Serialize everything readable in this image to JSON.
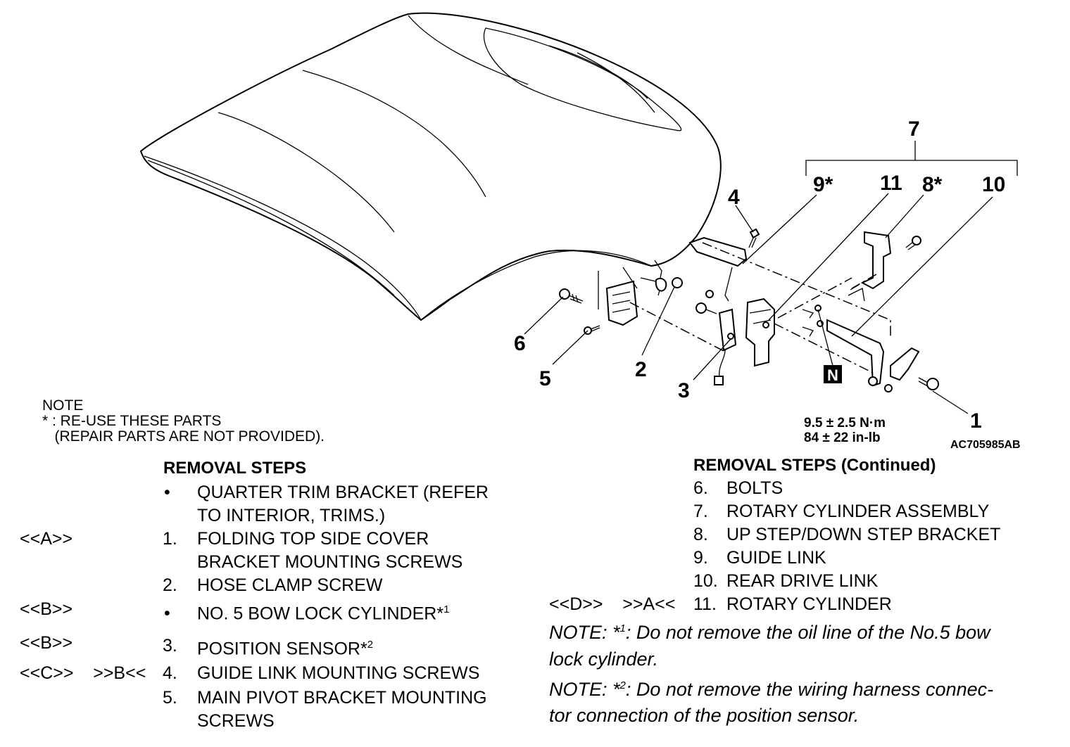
{
  "diagram": {
    "callouts": [
      "7",
      "9*",
      "11",
      "8*",
      "10",
      "4",
      "6",
      "5",
      "2",
      "3",
      "N",
      "1"
    ],
    "torque": [
      "9.5 ± 2.5 N·m",
      "84 ± 22 in-lb"
    ],
    "figure_id": "AC705985AB"
  },
  "note": {
    "title": "NOTE",
    "line1": "* : RE-USE THESE PARTS",
    "line2": "   (REPAIR PARTS ARE NOT PROVIDED)."
  },
  "left_steps": {
    "header": "REMOVAL STEPS",
    "rows": [
      {
        "tag": "",
        "num": "•",
        "text": "QUARTER TRIM BRACKET (REFER"
      },
      {
        "tag": "",
        "num": "",
        "text": "TO  INTERIOR, TRIMS.)"
      },
      {
        "tag": "<<A>>",
        "num": "1.",
        "text": "FOLDING TOP SIDE COVER"
      },
      {
        "tag": "",
        "num": "",
        "text": "BRACKET MOUNTING SCREWS"
      },
      {
        "tag": "",
        "num": "2.",
        "text": "HOSE CLAMP SCREW"
      },
      {
        "tag": "<<B>>",
        "num": "•",
        "text": "NO. 5 BOW LOCK CYLINDER*",
        "sup": "1"
      },
      {
        "tag": "<<B>>",
        "num": "3.",
        "text": "POSITION SENSOR*",
        "sup": "2"
      },
      {
        "tag": "<<C>>    >>B<<",
        "num": "4.",
        "text": "GUIDE LINK MOUNTING SCREWS"
      },
      {
        "tag": "",
        "num": "5.",
        "text": "MAIN PIVOT BRACKET MOUNTING"
      },
      {
        "tag": "",
        "num": "",
        "text": "SCREWS"
      }
    ]
  },
  "right_steps": {
    "header": "REMOVAL STEPS (Continued)",
    "rows": [
      {
        "tag": "",
        "num": "6.",
        "text": "BOLTS"
      },
      {
        "tag": "",
        "num": "7.",
        "text": "ROTARY CYLINDER ASSEMBLY"
      },
      {
        "tag": "",
        "num": "8.",
        "text": "UP STEP/DOWN STEP BRACKET"
      },
      {
        "tag": "",
        "num": "9.",
        "text": "GUIDE LINK"
      },
      {
        "tag": "",
        "num": "10.",
        "text": "REAR DRIVE LINK"
      },
      {
        "tag": "<<D>>    >>A<<",
        "num": "11.",
        "text": "ROTARY CYLINDER"
      }
    ],
    "notes": [
      {
        "prefix": "NOTE: *",
        "sup": "1",
        "line1": ": Do not remove the oil line of the No.5 bow",
        "line2": "lock cylinder."
      },
      {
        "prefix": "NOTE: *",
        "sup": "2",
        "line1": ": Do not remove the wiring harness connec-",
        "line2": "tor connection of the position sensor."
      }
    ]
  }
}
